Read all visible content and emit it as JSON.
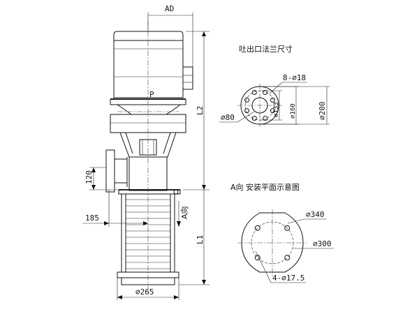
{
  "dimensions": {
    "ad": "AD",
    "p": "P",
    "l2": "L2",
    "l1": "L1",
    "d120": "120",
    "d185": "185",
    "d265": "⌀265",
    "view_a_arrow": "A向"
  },
  "flange_view": {
    "title": "吐出口法兰尺寸",
    "holes": "8-⌀18",
    "d80": "⌀80",
    "d133": "⌀133",
    "d160": "⌀160",
    "d200": "⌀200"
  },
  "mount_view": {
    "title": "A向  安装平面示意图",
    "d340": "⌀340",
    "d300": "⌀300",
    "holes": "4-⌀17.5"
  }
}
